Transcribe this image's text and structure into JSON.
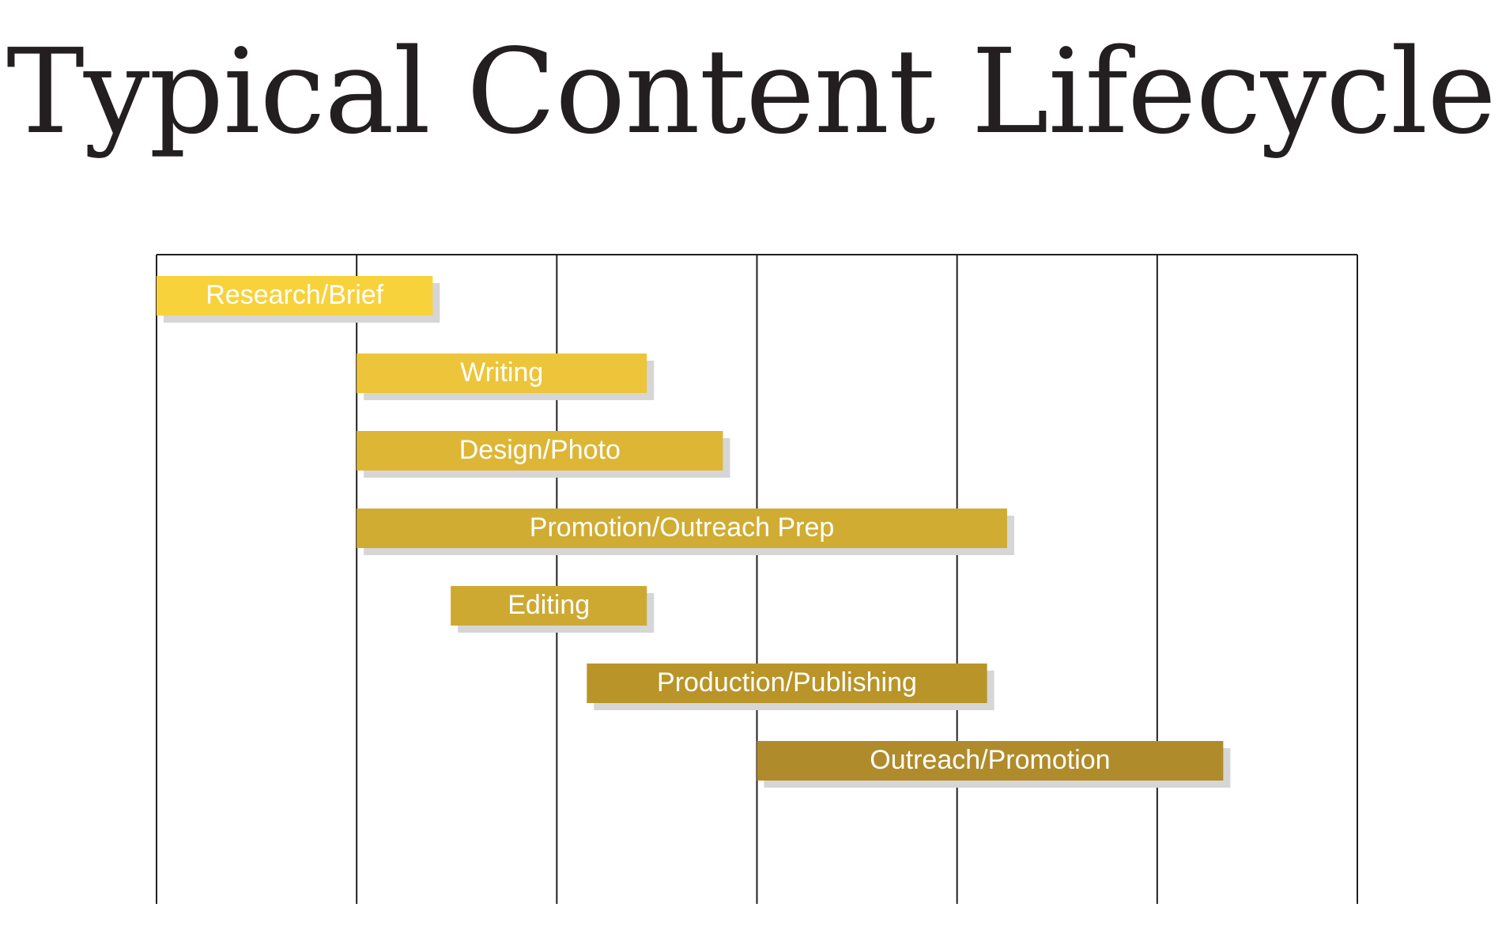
{
  "title": "Typical Content Lifecycle",
  "chart_data": {
    "type": "gantt",
    "title": "Typical Content Lifecycle",
    "xlabel": "",
    "ylabel": "",
    "x_range": [
      0,
      6
    ],
    "grid": true,
    "tasks": [
      {
        "label": "Research/Brief",
        "start": 0.0,
        "end": 1.38,
        "color": "#f8d23a"
      },
      {
        "label": "Writing",
        "start": 1.0,
        "end": 2.45,
        "color": "#ecc53a"
      },
      {
        "label": "Design/Photo",
        "start": 1.0,
        "end": 2.83,
        "color": "#ddb636"
      },
      {
        "label": "Promotion/Outreach Prep",
        "start": 1.0,
        "end": 4.25,
        "color": "#d1ac33"
      },
      {
        "label": "Editing",
        "start": 1.47,
        "end": 2.45,
        "color": "#cda932"
      },
      {
        "label": "Production/Publishing",
        "start": 2.15,
        "end": 4.15,
        "color": "#b99428"
      },
      {
        "label": "Outreach/Promotion",
        "start": 3.0,
        "end": 5.33,
        "color": "#b08b2c"
      }
    ],
    "colors": {
      "grid": "#231f20",
      "shadow": "#d6d6d6",
      "label": "#ffffff"
    }
  }
}
